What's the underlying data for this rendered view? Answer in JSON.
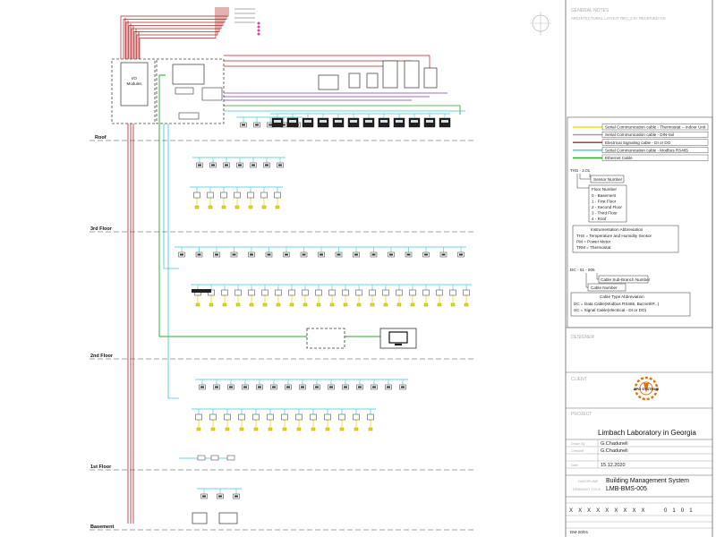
{
  "floors": [
    {
      "label": "Roof"
    },
    {
      "label": "3rd Floor"
    },
    {
      "label": "2nd Floor"
    },
    {
      "label": "1st Floor"
    },
    {
      "label": "Basement"
    }
  ],
  "io_module": {
    "line1": "I/O",
    "line2": "Modules"
  },
  "titleblock": {
    "general_notes_head": "GENERAL NOTES",
    "general_notes_text": "ARCHITECTURAL LAYOUT REV_2.0+ RECEIVED ON",
    "designer_head": "DESIGNER",
    "client_head": "CLIENT",
    "project_head": "PROJECT",
    "project_name": "Limbach Laboratory in Georgia",
    "drawn_by_head": "Drawn By",
    "drawn_by": "G.Chaduneli",
    "checked_by_head": "Checked",
    "checked_by": "G.Chaduneli",
    "date_head": "Date",
    "date": "15.12.2020",
    "discipline_head": "DISCIPLINE",
    "discipline": "Building Management System",
    "drawing_title_head": "DRAWING TITLE",
    "drawing_no": "LMB-BMS-005",
    "code_left": "X X X X X X X X X",
    "code_right": "0 1 0 1",
    "sheet_id": "DM-20/01",
    "logo_text": "APD SYSTEMS"
  },
  "legend": {
    "cables": [
      {
        "text": "Serial Communication cable - Thermostat -- indoor Unit",
        "color": "#e8e200"
      },
      {
        "text": "Serial Communication cable - DIN-rail",
        "color": "#9a9a9a"
      },
      {
        "text": "Electrical Signaling cable - DI or DO",
        "color": "#b22222"
      },
      {
        "text": "Serial Communication cable - Modbus RS485",
        "color": "#37c8d8"
      },
      {
        "text": "Ethernet Cable",
        "color": "#22aa22"
      }
    ],
    "tag_example": "THS - 2.01",
    "sensor_number_label": "Sensor Number",
    "floor_number_title": "Floor Number",
    "floor_number_items": [
      "0 - Basement",
      "1 - First Floor",
      "2 - Second Floor",
      "3 - Third Floor",
      "4 - Roof"
    ],
    "instr_title": "Instrumentation Abbreviation",
    "instr_items": [
      "THS = Temperature and Humidity Sensor",
      "PM = Power Meter",
      "TRM = Thermostat"
    ],
    "cable_tag_example": "DC - 01 - 005",
    "cable_sub_label": "Cable Sub-Branch Number",
    "cable_number_label": "Cable Number",
    "cable_type_title": "Cable Type Abbreviation",
    "cable_type_items": [
      "DC = Data Cable(Modbus RS485, Bacnet/IP...)",
      "SC = Signal Cable(electrical - DI or DO)"
    ]
  }
}
